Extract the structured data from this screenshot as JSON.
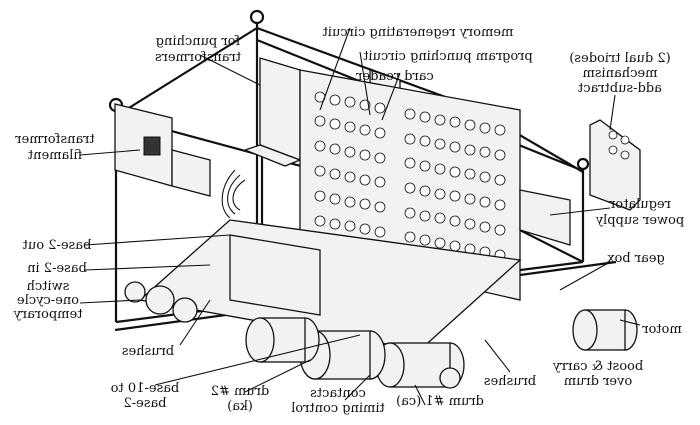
{
  "figure": {
    "mirrored": true,
    "labels": {
      "for_punching_transformers": [
        "for punching",
        "transformers"
      ],
      "memory_regenerating_circuit": [
        "memory regenerating circuit"
      ],
      "program_punching_circuit": [
        "program punching circuit"
      ],
      "card_reader": [
        "card reader"
      ],
      "add_subtract_mechanism": [
        "(2 dual triodes)",
        "mechanism",
        "add-subtract"
      ],
      "filament_transformer": [
        "transformer",
        "filament"
      ],
      "power_supply_regulator": [
        "regulator",
        "power supply"
      ],
      "base2_out": [
        "base-2 out"
      ],
      "base2_in": [
        "base-2 in"
      ],
      "one_cycle_temporary_switch": [
        "switch",
        "one-cycle",
        "temporary"
      ],
      "gear_box": [
        "gear box"
      ],
      "motor": [
        "motor"
      ],
      "brushes_left": [
        "brushes"
      ],
      "brushes_right": [
        "brushes"
      ],
      "carry_drum": [
        "boost & carry",
        "over drum"
      ],
      "base10_to_base2": [
        "base-10 to",
        "base-2"
      ],
      "drum2": [
        "drum #2",
        "(ka)"
      ],
      "timing_control_contacts": [
        "contacts",
        "timing control"
      ],
      "drum1": [
        "drum #1 (ca)"
      ]
    }
  }
}
